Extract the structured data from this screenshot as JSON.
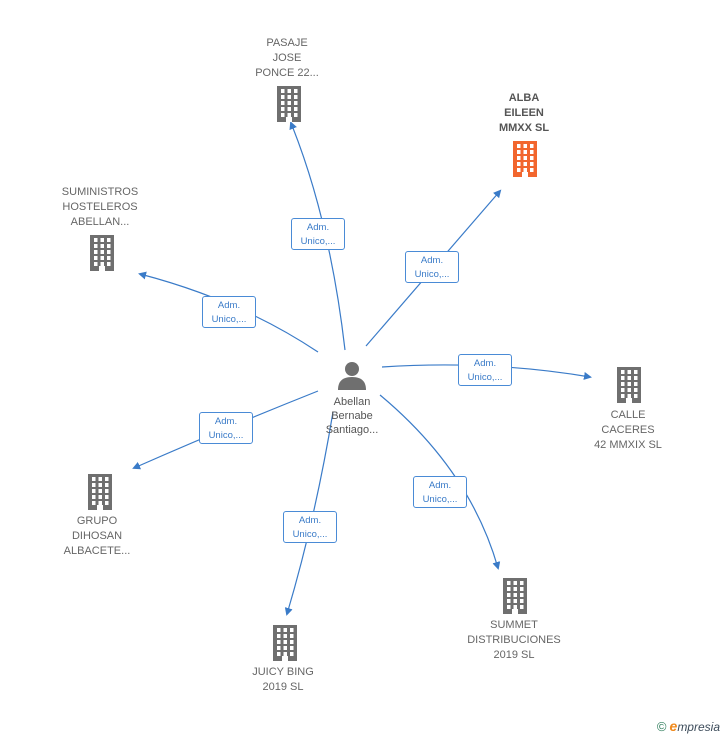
{
  "center": {
    "label": "Abellan\nBernabe\nSantiago..."
  },
  "relation_label": "Adm.\nUnico,...",
  "nodes": [
    {
      "id": "pasaje",
      "label": "PASAJE\nJOSE\nPONCE 22...",
      "highlight": false
    },
    {
      "id": "alba",
      "label": "ALBA\nEILEEN\nMMXX  SL",
      "highlight": true
    },
    {
      "id": "suministros",
      "label": "SUMINISTROS\nHOSTELEROS\nABELLAN...",
      "highlight": false
    },
    {
      "id": "calle",
      "label": "CALLE\nCACERES\n42 MMXIX  SL",
      "highlight": false
    },
    {
      "id": "grupo",
      "label": "GRUPO\nDIHOSAN\nALBACETE...",
      "highlight": false
    },
    {
      "id": "summet",
      "label": "SUMMET\nDISTRIBUCIONES\n2019  SL",
      "highlight": false
    },
    {
      "id": "juicy",
      "label": "JUICY BING\n2019  SL",
      "highlight": false
    }
  ],
  "colors": {
    "edge": "#3a7bc8",
    "building": "#6f6f6f",
    "building_highlight": "#f2662e",
    "person": "#6f6f6f"
  },
  "brand": {
    "copyright": "©",
    "initial": "e",
    "name": "mpresia"
  }
}
